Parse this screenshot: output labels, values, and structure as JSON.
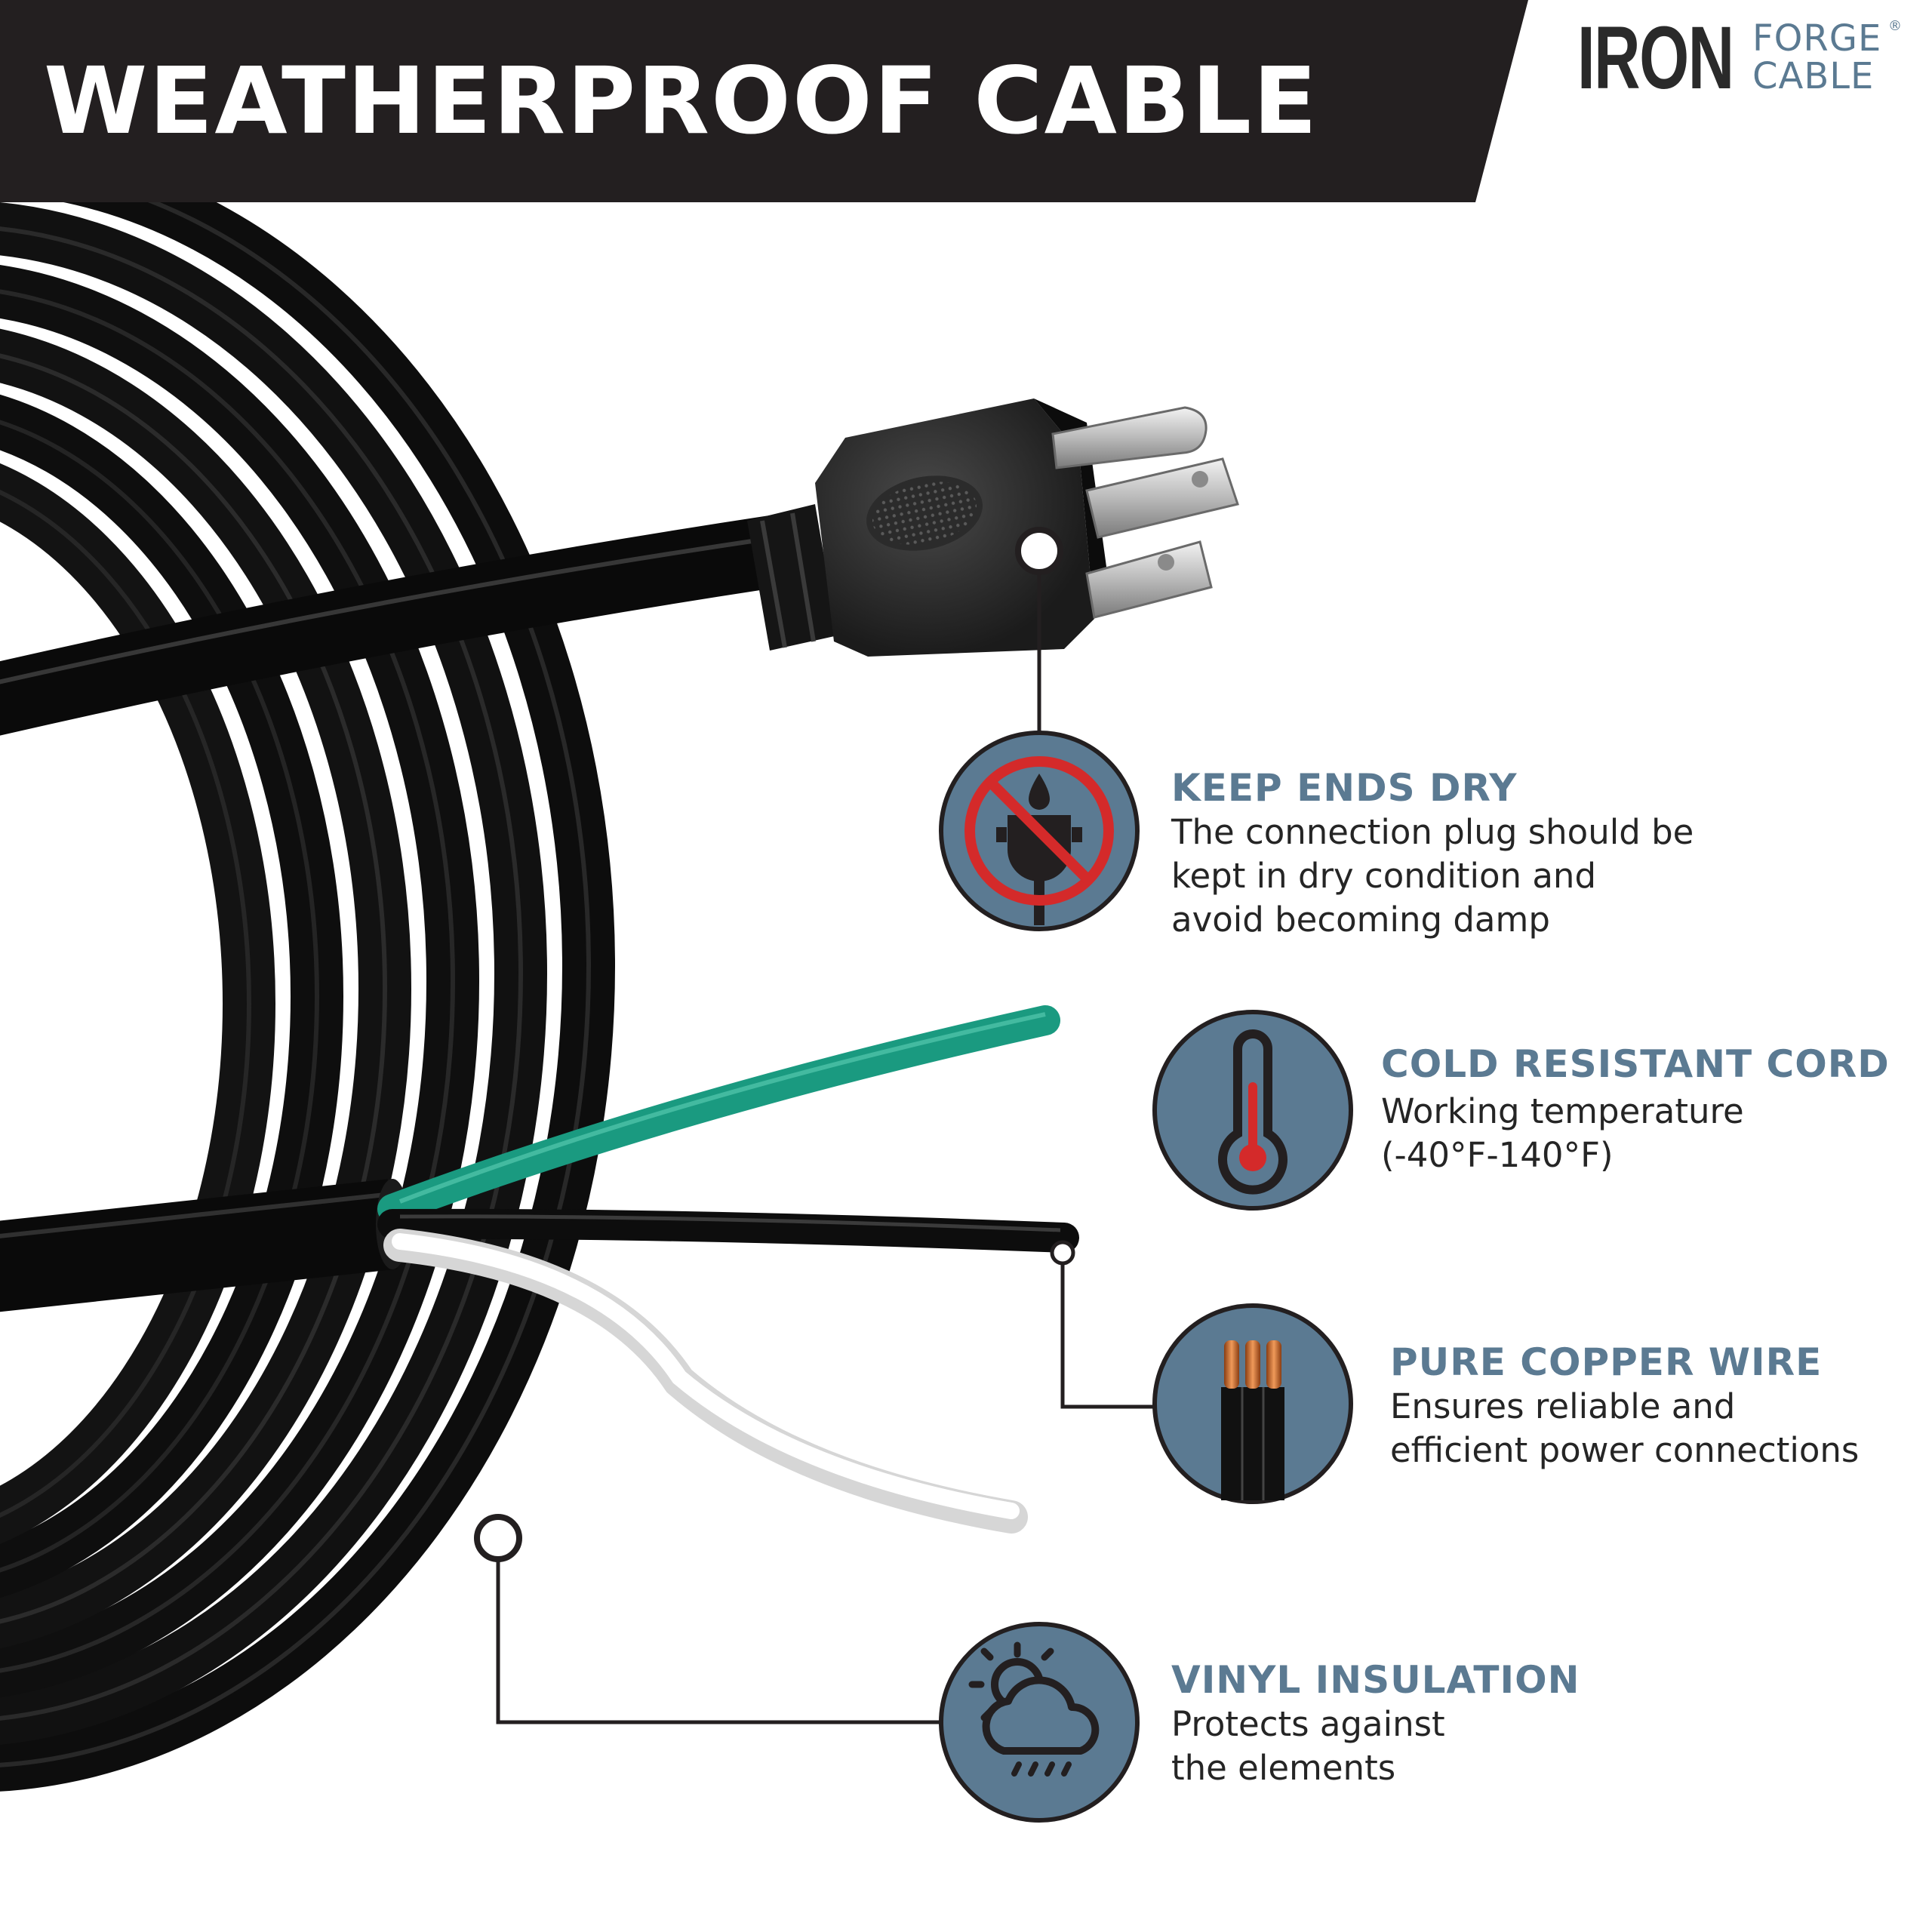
{
  "banner": {
    "title": "WEATHERPROOF CABLE",
    "background_color": "#231f20"
  },
  "brand": {
    "word_primary": "IRON",
    "word_top": "FORGE",
    "word_bottom": "CABLE",
    "registered_mark": "®"
  },
  "colors": {
    "accent": "#5b7a92",
    "icon_circle": "#5b7a92",
    "cable": "#141414",
    "ground_wire": "#1a9a80",
    "prohibition_red": "#d42a2a"
  },
  "features": [
    {
      "icon": "no-wet-plug-icon",
      "heading": "KEEP ENDS DRY",
      "lines": [
        "The connection plug should be",
        "kept in dry condition and",
        "avoid becoming damp"
      ]
    },
    {
      "icon": "thermometer-icon",
      "heading": "COLD RESISTANT CORD",
      "lines": [
        "Working temperature",
        "(-40°F-140°F)"
      ]
    },
    {
      "icon": "copper-wire-icon",
      "heading": "PURE COPPER WIRE",
      "lines": [
        "Ensures reliable and",
        "efficient power connections"
      ]
    },
    {
      "icon": "weather-icon",
      "heading": "VINYL INSULATION",
      "lines": [
        "Protects against",
        "the elements"
      ]
    }
  ]
}
